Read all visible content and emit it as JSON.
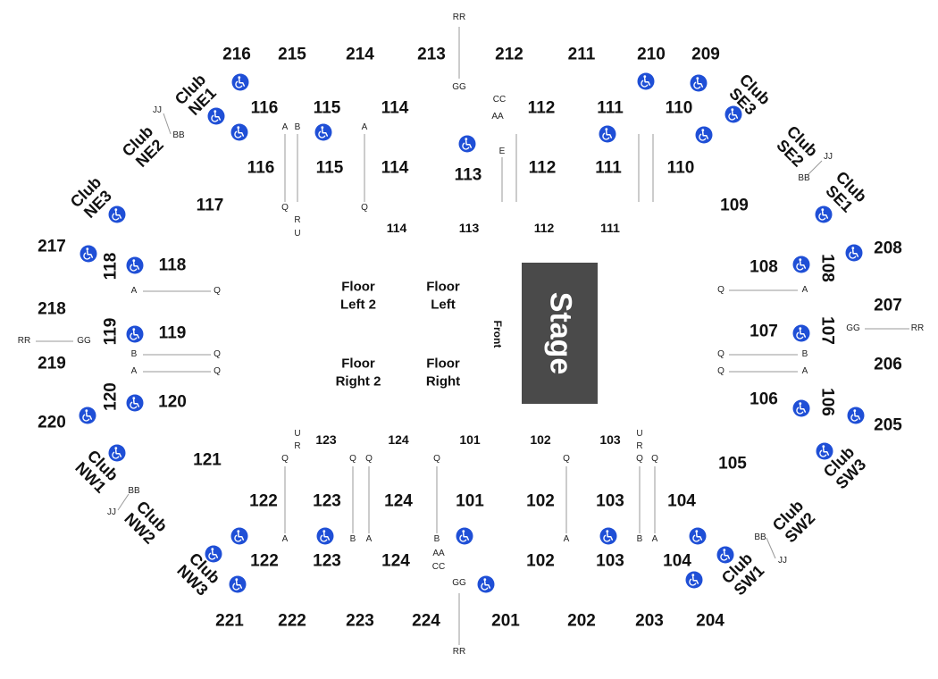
{
  "stage": {
    "label": "Stage",
    "front_label": "Front"
  },
  "floor_sections": [
    "Floor\nLeft 2",
    "Floor\nLeft",
    "Floor\nRight 2",
    "Floor\nRight"
  ],
  "club_sections": [
    "Club\nNE1",
    "Club\nNE2",
    "Club\nNE3",
    "Club\nSE3",
    "Club\nSE2",
    "Club\nSE1",
    "Club\nNW1",
    "Club\nNW2",
    "Club\nNW3",
    "Club\nSW3",
    "Club\nSW2",
    "Club\nSW1"
  ],
  "upper_sections": [
    "216",
    "215",
    "214",
    "213",
    "212",
    "211",
    "210",
    "209",
    "217",
    "218",
    "219",
    "220",
    "208",
    "207",
    "206",
    "205",
    "221",
    "222",
    "223",
    "224",
    "201",
    "202",
    "203",
    "204"
  ],
  "lower_sections": [
    "116",
    "115",
    "114",
    "112",
    "111",
    "110",
    "116",
    "115",
    "114",
    "113",
    "112",
    "111",
    "110",
    "117",
    "109",
    "118",
    "119",
    "120",
    "108",
    "107",
    "106",
    "121",
    "105",
    "122",
    "123",
    "124",
    "101",
    "102",
    "103",
    "104",
    "122",
    "123",
    "124",
    "102",
    "103",
    "104"
  ],
  "inner_section_labels": [
    "114",
    "113",
    "112",
    "111",
    "123",
    "124",
    "101",
    "102",
    "103"
  ],
  "rotated_section_labels": [
    "118",
    "119",
    "120",
    "108",
    "107",
    "106"
  ],
  "row_labels": [
    "RR",
    "GG",
    "JJ",
    "BB",
    "CC",
    "AA",
    "A",
    "B",
    "Q",
    "R",
    "U",
    "E",
    "A",
    "Q",
    "A",
    "Q",
    "B",
    "Q",
    "A",
    "Q",
    "RR",
    "GG",
    "Q",
    "A",
    "Q",
    "B",
    "Q",
    "A",
    "GG",
    "RR",
    "JJ",
    "BB",
    "BB",
    "JJ",
    "JJ",
    "BB",
    "U",
    "R",
    "Q",
    "A",
    "Q",
    "B",
    "Q",
    "A",
    "Q",
    "B",
    "AA",
    "CC",
    "Q",
    "A",
    "U",
    "R",
    "Q",
    "B",
    "Q",
    "A",
    "GG",
    "RR"
  ],
  "icons": {
    "accessible_seating": "wheelchair-icon"
  },
  "colors": {
    "stage": "#4a4a4a",
    "accessible": "#1f4fd6",
    "text": "#111111",
    "aisle_line": "#999999"
  }
}
